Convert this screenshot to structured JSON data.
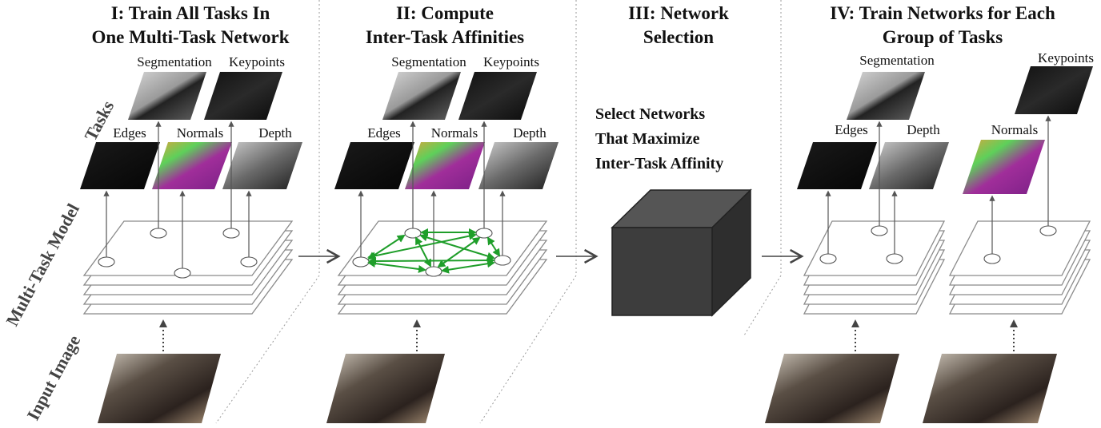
{
  "stages": [
    {
      "title_line1": "I: Train All Tasks In",
      "title_line2": "One Multi-Task Network"
    },
    {
      "title_line1": "II: Compute",
      "title_line2": "Inter-Task Affinities"
    },
    {
      "title_line1": "III: Network",
      "title_line2": "Selection"
    },
    {
      "title_line1": "IV: Train Networks for Each",
      "title_line2": "Group of Tasks"
    }
  ],
  "row_labels": {
    "tasks": "Tasks",
    "model": "Multi-Task Model",
    "input": "Input Image"
  },
  "tasks": {
    "segmentation": "Segmentation",
    "keypoints": "Keypoints",
    "edges": "Edges",
    "normals": "Normals",
    "depth": "Depth"
  },
  "selection": {
    "line1": "Select Networks",
    "line2": "That Maximize",
    "line3": "Inter-Task Affinity"
  },
  "colors": {
    "affinity_arrows": "#1f9e2a",
    "cube_front": "#3d3d3d",
    "cube_top": "#555555",
    "cube_side": "#2e2e2e"
  }
}
